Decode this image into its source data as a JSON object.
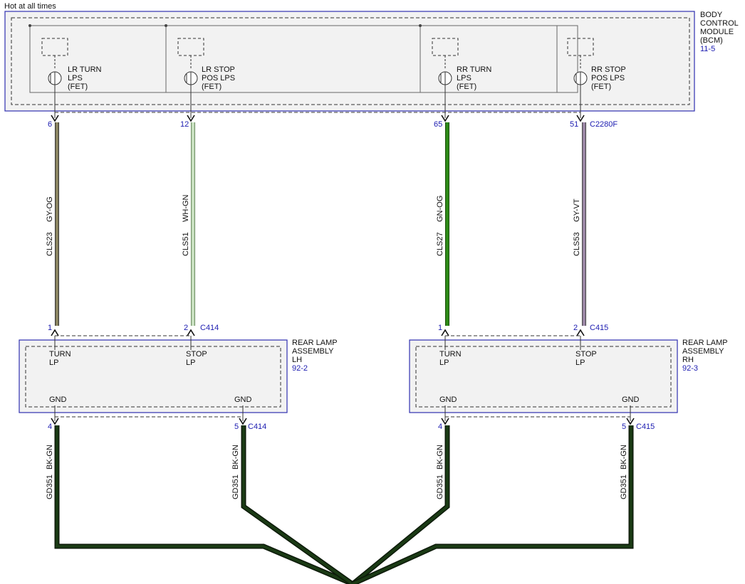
{
  "hot_label": "Hot at all times",
  "bcm": {
    "name_lines": [
      "BODY",
      "CONTROL",
      "MODULE",
      "(BCM)"
    ],
    "ref": "11-5",
    "connector": "C2280F",
    "outputs": [
      {
        "lines": [
          "LR TURN",
          "LPS",
          "(FET)"
        ],
        "pin": "6"
      },
      {
        "lines": [
          "LR STOP",
          "POS LPS",
          "(FET)"
        ],
        "pin": "12"
      },
      {
        "lines": [
          "RR TURN",
          "LPS",
          "(FET)"
        ],
        "pin": "65"
      },
      {
        "lines": [
          "RR STOP",
          "POS LPS",
          "(FET)"
        ],
        "pin": "51"
      }
    ]
  },
  "wires": [
    {
      "circuit": "CLS23",
      "color": "GY-OG",
      "stroke": "#8a8461"
    },
    {
      "circuit": "CLS51",
      "color": "WH-GN",
      "stroke": "#c8e0c0"
    },
    {
      "circuit": "CLS27",
      "color": "GN-OG",
      "stroke": "#2d8a16"
    },
    {
      "circuit": "CLS53",
      "color": "GY-VT",
      "stroke": "#9a86a4"
    }
  ],
  "lh": {
    "name_lines": [
      "REAR LAMP",
      "ASSEMBLY",
      "LH"
    ],
    "ref": "92-2",
    "connector": "C414",
    "inputs": [
      {
        "lines": [
          "TURN",
          "LP"
        ],
        "pin": "1"
      },
      {
        "lines": [
          "STOP",
          "LP"
        ],
        "pin": "2"
      }
    ],
    "grounds": [
      {
        "label": "GND",
        "pin": "4"
      },
      {
        "label": "GND",
        "pin": "5"
      }
    ]
  },
  "rh": {
    "name_lines": [
      "REAR LAMP",
      "ASSEMBLY",
      "RH"
    ],
    "ref": "92-3",
    "connector": "C415",
    "inputs": [
      {
        "lines": [
          "TURN",
          "LP"
        ],
        "pin": "1"
      },
      {
        "lines": [
          "STOP",
          "LP"
        ],
        "pin": "2"
      }
    ],
    "grounds": [
      {
        "label": "GND",
        "pin": "4"
      },
      {
        "label": "GND",
        "pin": "5"
      }
    ]
  },
  "ground_wire": {
    "circuit": "GD351",
    "color": "BK-GN",
    "stroke": "#1a3a14"
  }
}
